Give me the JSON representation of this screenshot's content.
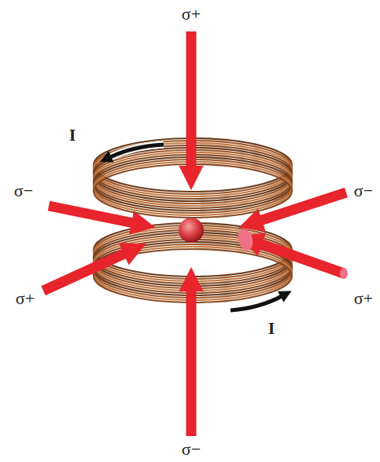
{
  "diagram": {
    "labels": [
      "σ+",
      "σ−",
      "σ−",
      "I",
      "σ+",
      "σ+",
      "I",
      "σ−"
    ]
  }
}
